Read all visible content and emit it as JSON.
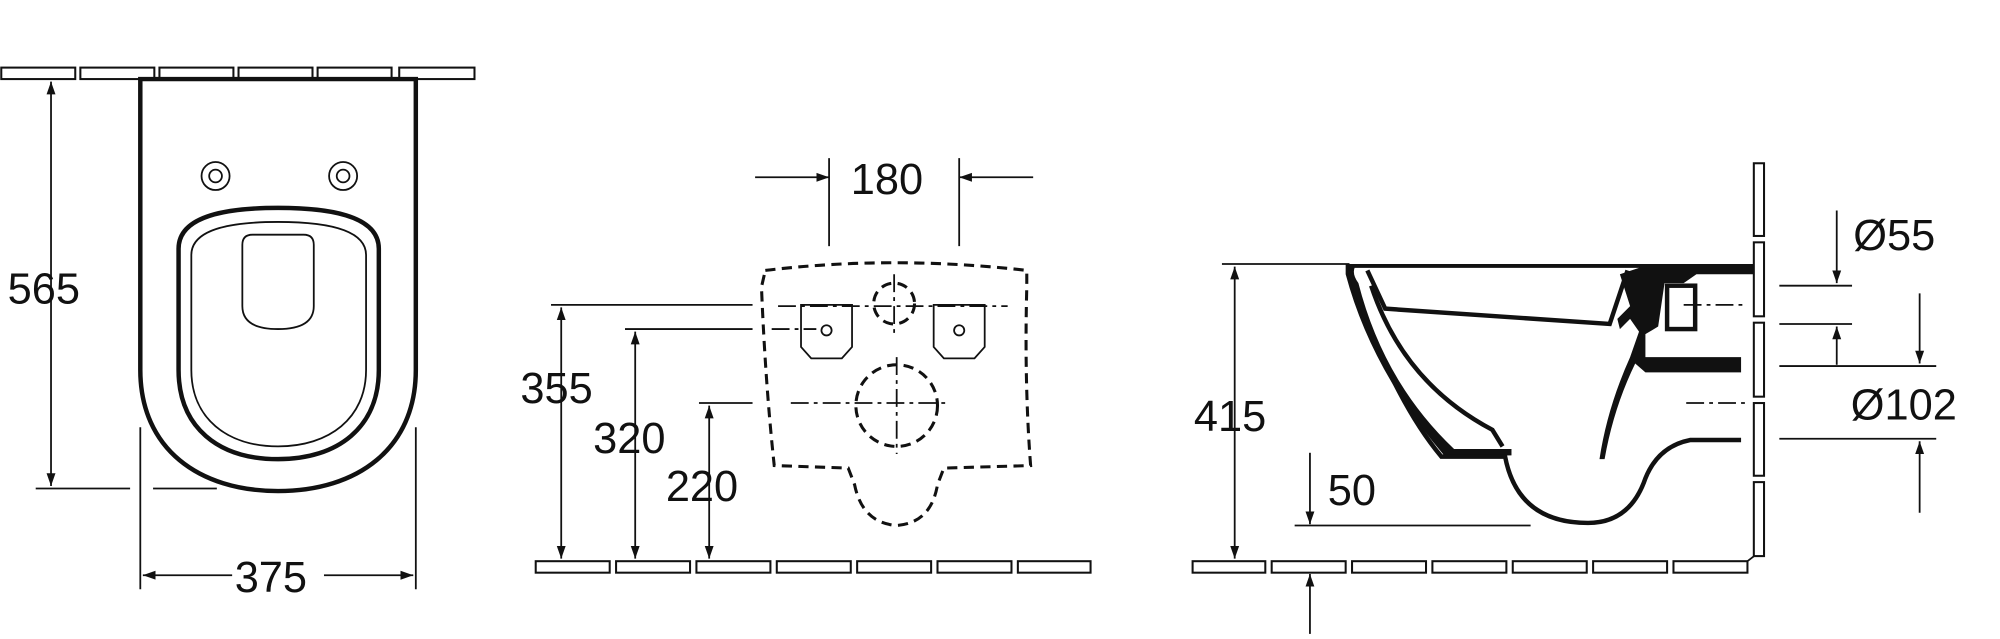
{
  "title": "Wall-hung WC technical drawing",
  "top_view": {
    "depth": "565",
    "width": "375"
  },
  "rear_view": {
    "fixing_spacing": "180",
    "height_a": "355",
    "height_b": "320",
    "height_c": "220"
  },
  "side_view": {
    "rim_height": "415",
    "floor_offset": "50",
    "inlet_diameter": "Ø55",
    "outlet_diameter": "Ø102"
  }
}
